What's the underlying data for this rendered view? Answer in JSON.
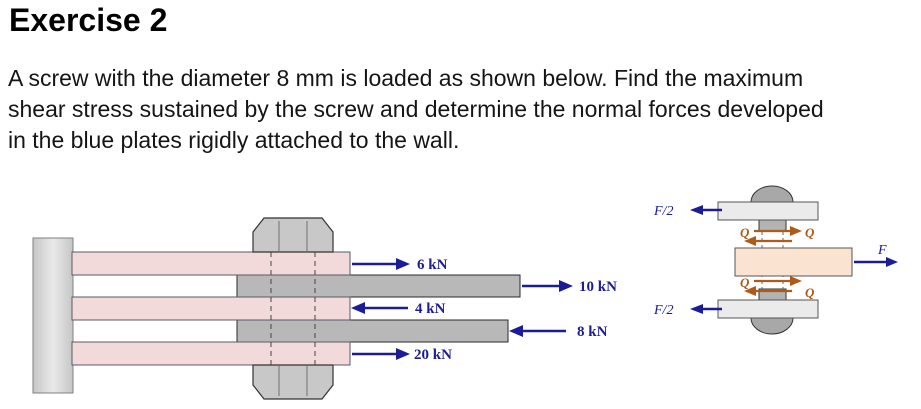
{
  "title": "Exercise 2",
  "problem_lines": [
    "A screw with the diameter 8 mm is loaded as shown below. Find the maximum",
    "shear stress sustained by the screw and determine the normal forces developed",
    "in the blue plates rigidly attached to the wall."
  ],
  "left_diagram": {
    "description": "Five plates bolted together with a screw, three pink plates fixed to a wall, two gray plates between them",
    "forces": [
      {
        "label": "6 kN",
        "direction": "right",
        "plate": "top pink plate"
      },
      {
        "label": "10 kN",
        "direction": "right",
        "plate": "upper gray plate"
      },
      {
        "label": "4 kN",
        "direction": "left",
        "plate": "middle pink plate"
      },
      {
        "label": "8 kN",
        "direction": "left",
        "plate": "lower gray plate"
      },
      {
        "label": "20 kN",
        "direction": "right",
        "plate": "bottom pink plate"
      }
    ]
  },
  "right_diagram": {
    "description": "Free-body diagram of bolt in double shear",
    "f_half_top": "F/2",
    "q_top_left": "Q",
    "q_top_right": "Q",
    "f_label": "F",
    "q_bottom_left": "Q",
    "q_bottom_right": "Q",
    "f_half_bottom": "F/2"
  },
  "colors": {
    "force_arrow_blue": "#1c1c96",
    "shear_arrow_orange": "#b05a1a",
    "pink_plate": "#f3dada",
    "gray_plate": "#b8b8b8",
    "fbd_pink_plate": "#fbe3d1",
    "fbd_gray_plate": "#ebebeb",
    "bolt_gray": "#c8c8c8"
  }
}
